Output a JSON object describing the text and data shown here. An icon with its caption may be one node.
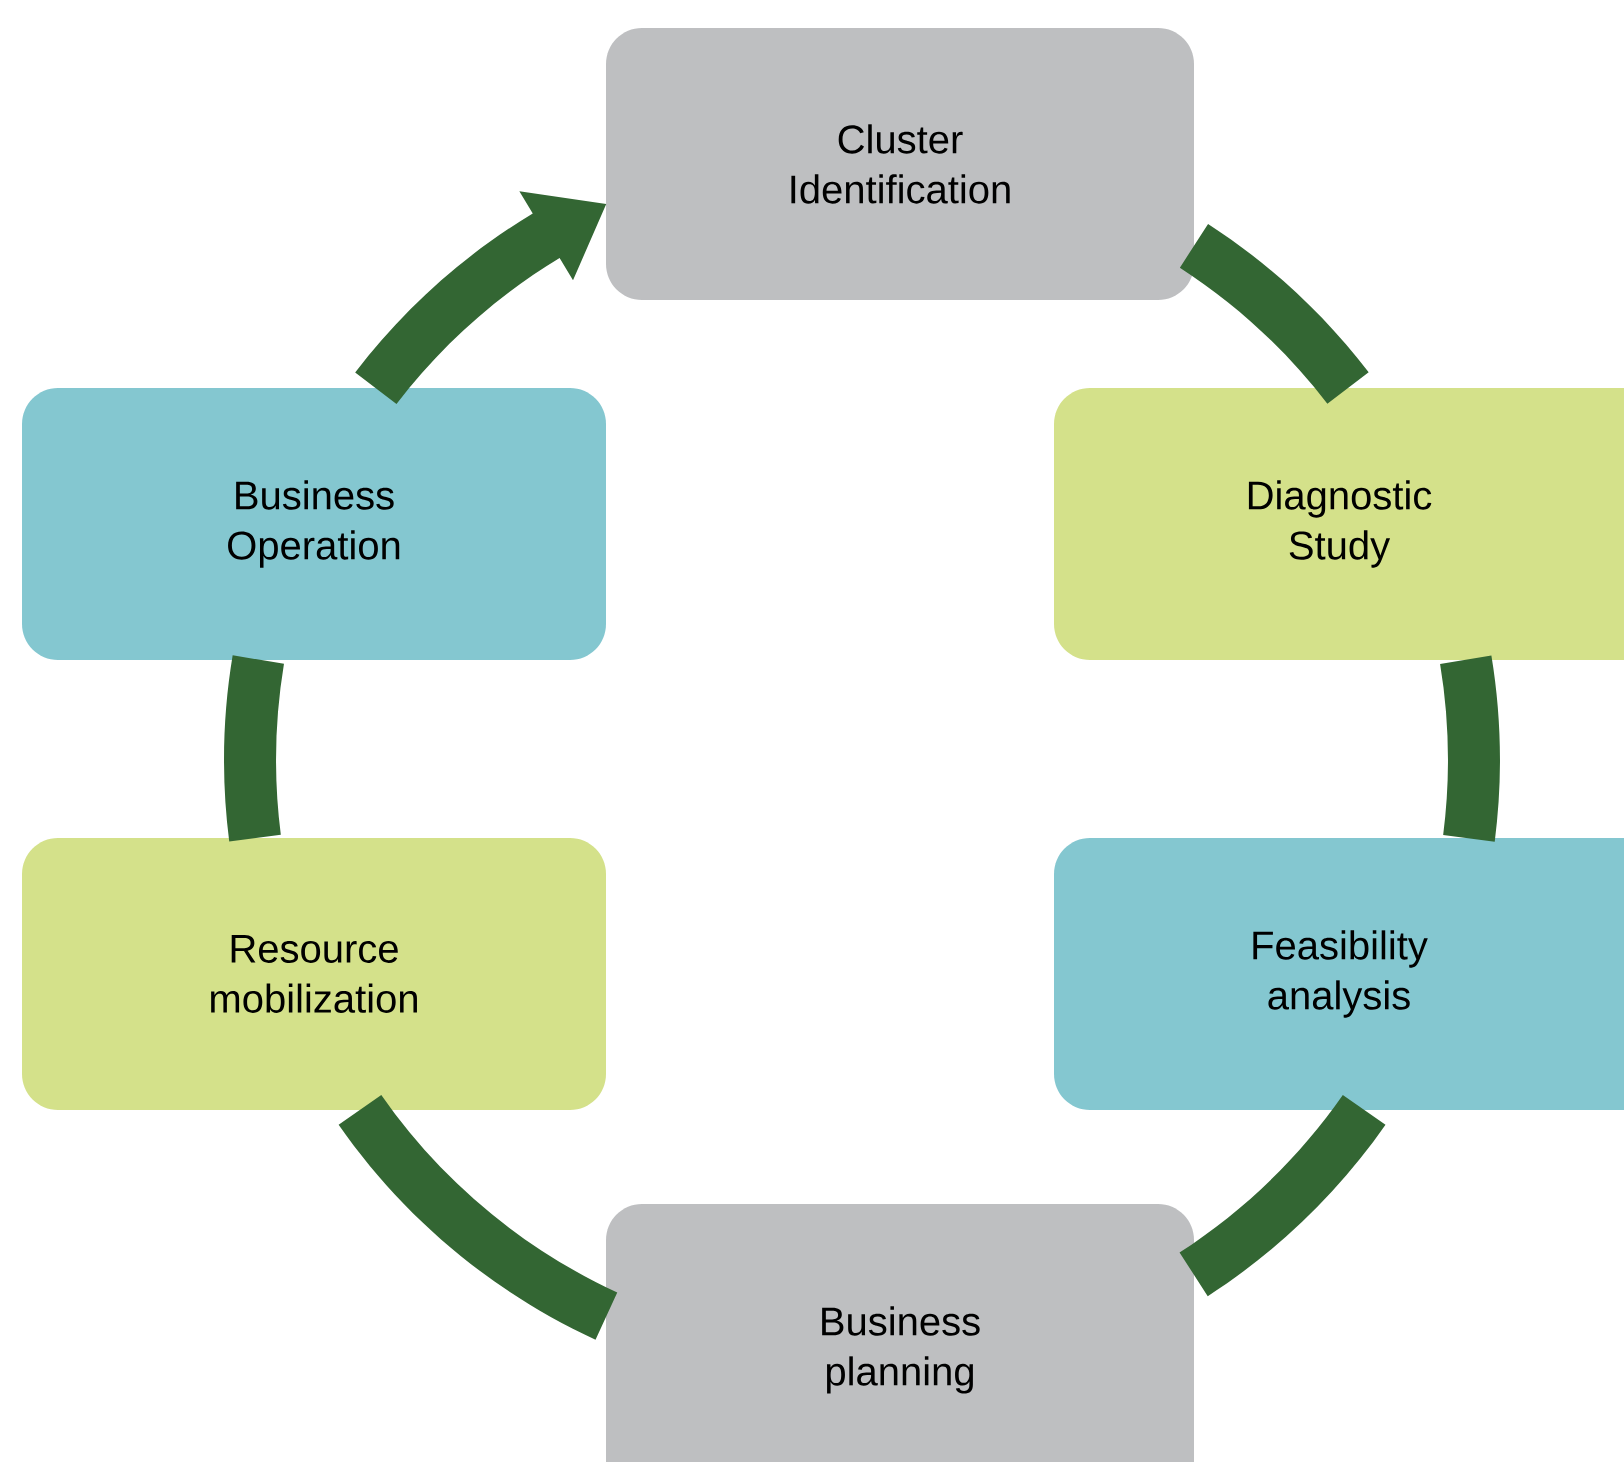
{
  "diagram": {
    "nodes": [
      {
        "text": [
          "Cluster Identification"
        ]
      },
      {
        "text": [
          "Diagnostic Study"
        ]
      },
      {
        "text": [
          "Feasibility analysis"
        ]
      },
      {
        "text": [
          "Business planning"
        ]
      },
      {
        "text": [
          "Resource mobilization"
        ]
      },
      {
        "text": [
          "Business Operation"
        ]
      }
    ],
    "edges": [
      {
        "from": 0,
        "to": 1,
        "arrow": "none"
      },
      {
        "from": 1,
        "to": 2,
        "arrow": "none"
      },
      {
        "from": 2,
        "to": 3,
        "arrow": "none"
      },
      {
        "from": 3,
        "to": 4,
        "arrow": "none"
      },
      {
        "from": 4,
        "to": 5,
        "arrow": "none"
      },
      {
        "from": 5,
        "to": 0,
        "arrow": "to"
      }
    ]
  }
}
